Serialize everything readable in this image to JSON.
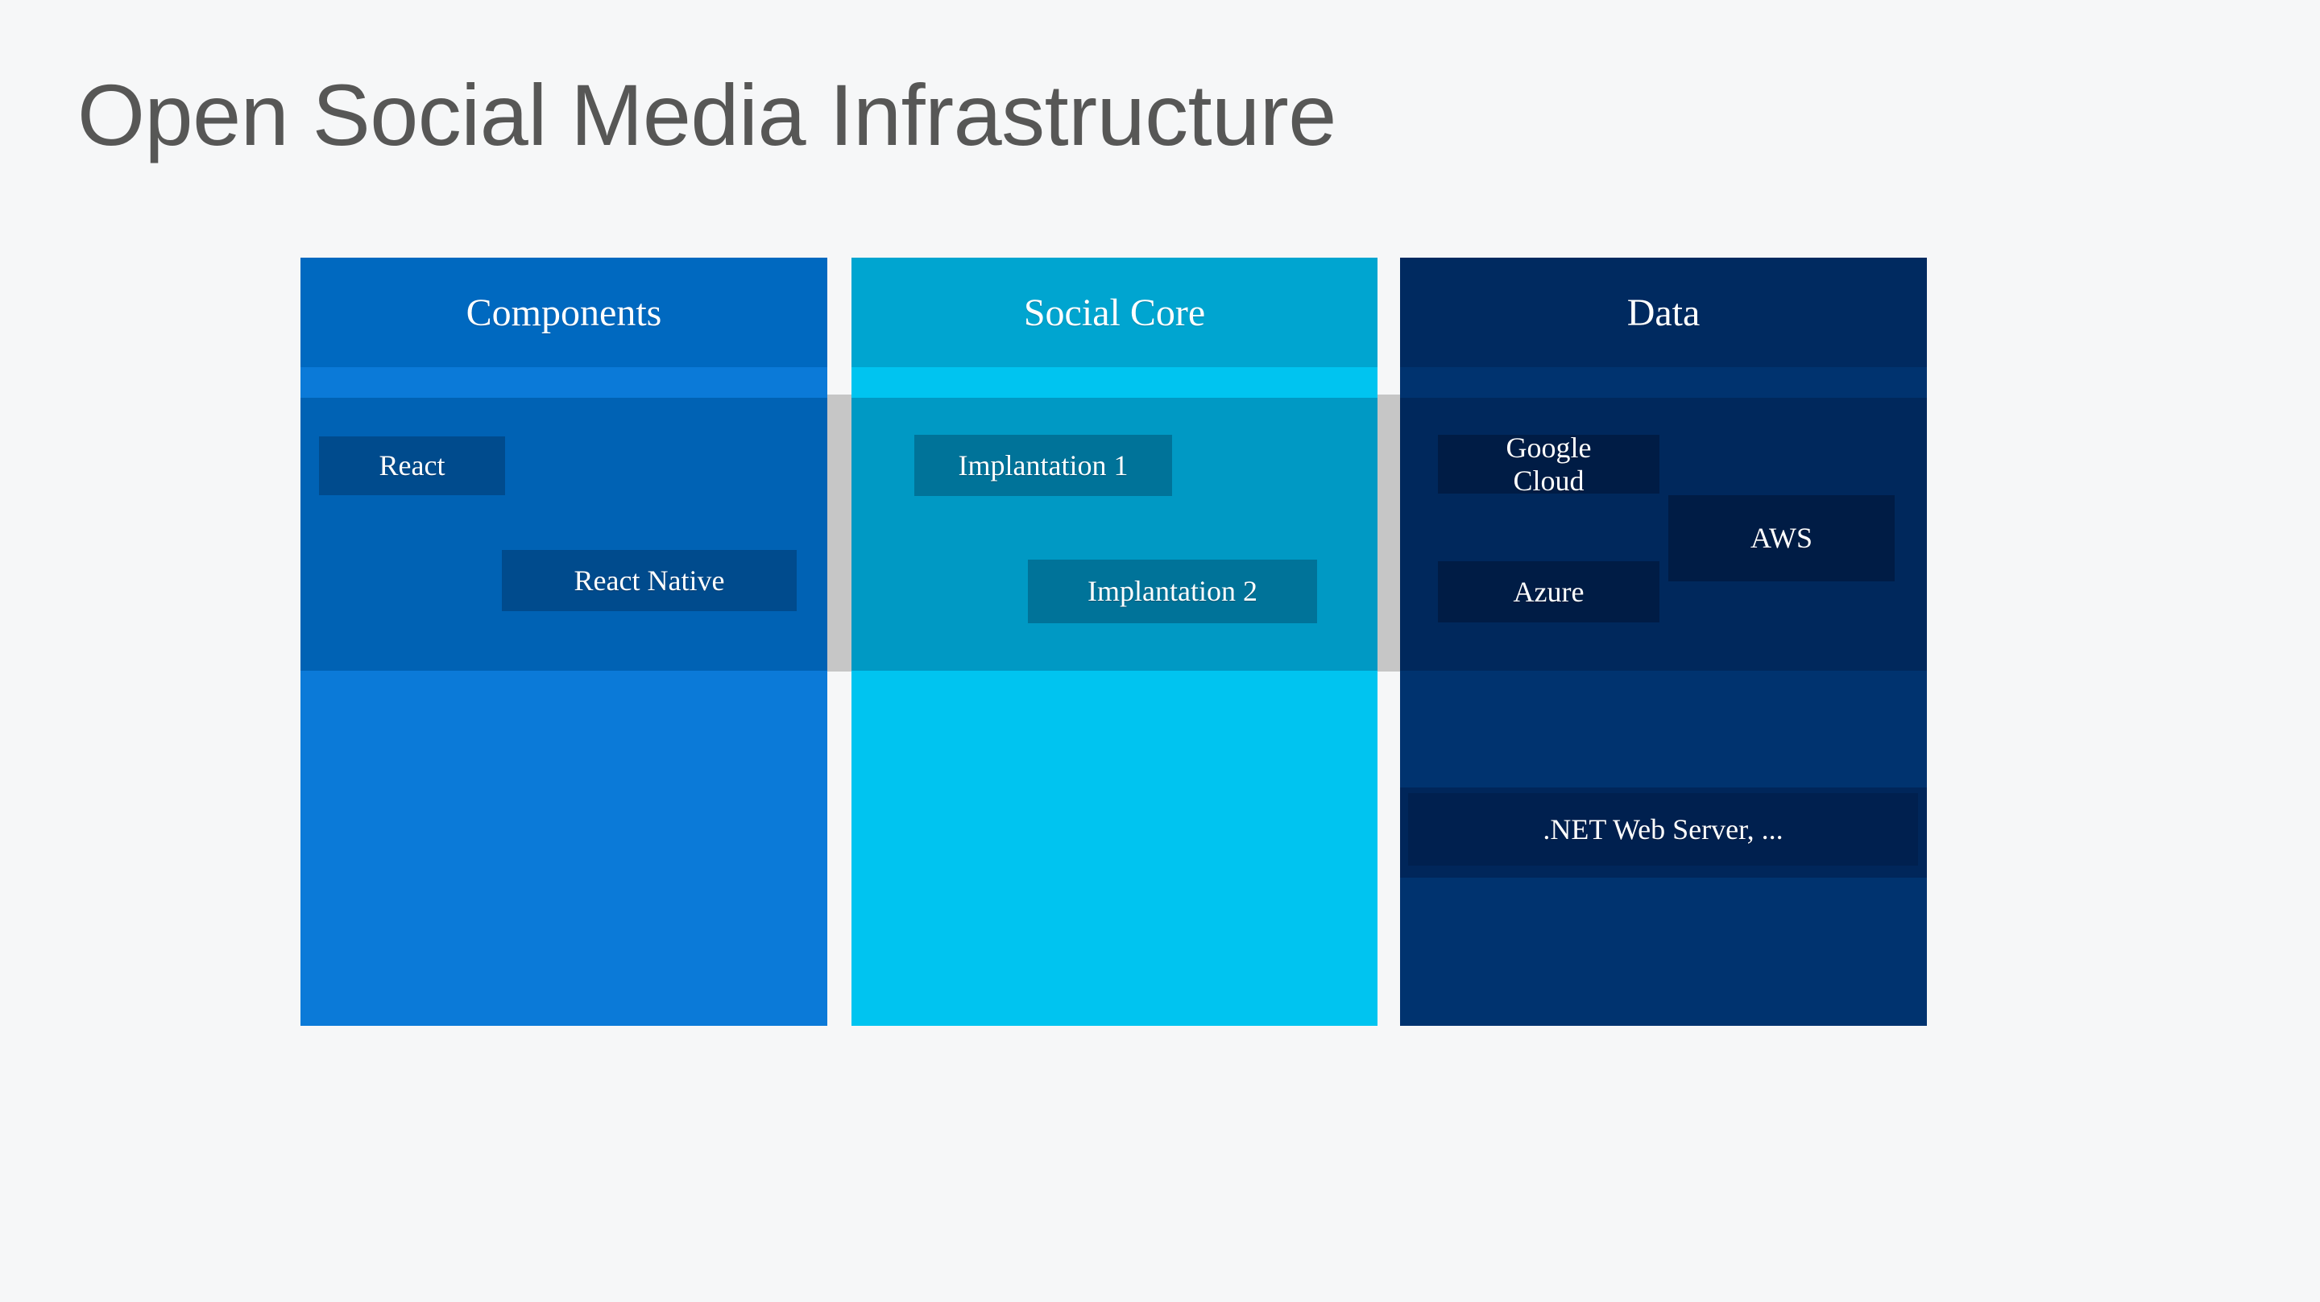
{
  "page": {
    "title": "Open Social Media Infrastructure",
    "background_color": "#f6f7f8",
    "title_color": "#575756"
  },
  "diagram": {
    "type": "three-column-layer-stack",
    "columns": [
      {
        "id": "components",
        "heading": "Components",
        "accent_color": "#0b7ad8",
        "header_color": "#0069c0",
        "tile_color": "#004b8d",
        "tiles": [
          {
            "id": "react",
            "label": "React"
          },
          {
            "id": "react-native",
            "label": "React Native"
          }
        ]
      },
      {
        "id": "social-core",
        "heading": "Social Core",
        "accent_color": "#00c4f0",
        "header_color": "#00a5d0",
        "tile_color": "#007399",
        "tiles": [
          {
            "id": "implantation-1",
            "label": "Implantation 1"
          },
          {
            "id": "implantation-2",
            "label": "Implantation 2"
          }
        ]
      },
      {
        "id": "data",
        "heading": "Data",
        "accent_color": "#00336f",
        "header_color": "#002a60",
        "tile_color": "#001c45",
        "tiles": [
          {
            "id": "google-cloud",
            "label_line_1": "Google",
            "label_line_2": "Cloud"
          },
          {
            "id": "aws",
            "label": "AWS"
          },
          {
            "id": "azure",
            "label": "Azure"
          },
          {
            "id": "net-web-server",
            "label": ".NET Web Server, ..."
          }
        ]
      }
    ],
    "dividers": {
      "count": 2,
      "color": "#c6c6c6"
    }
  }
}
